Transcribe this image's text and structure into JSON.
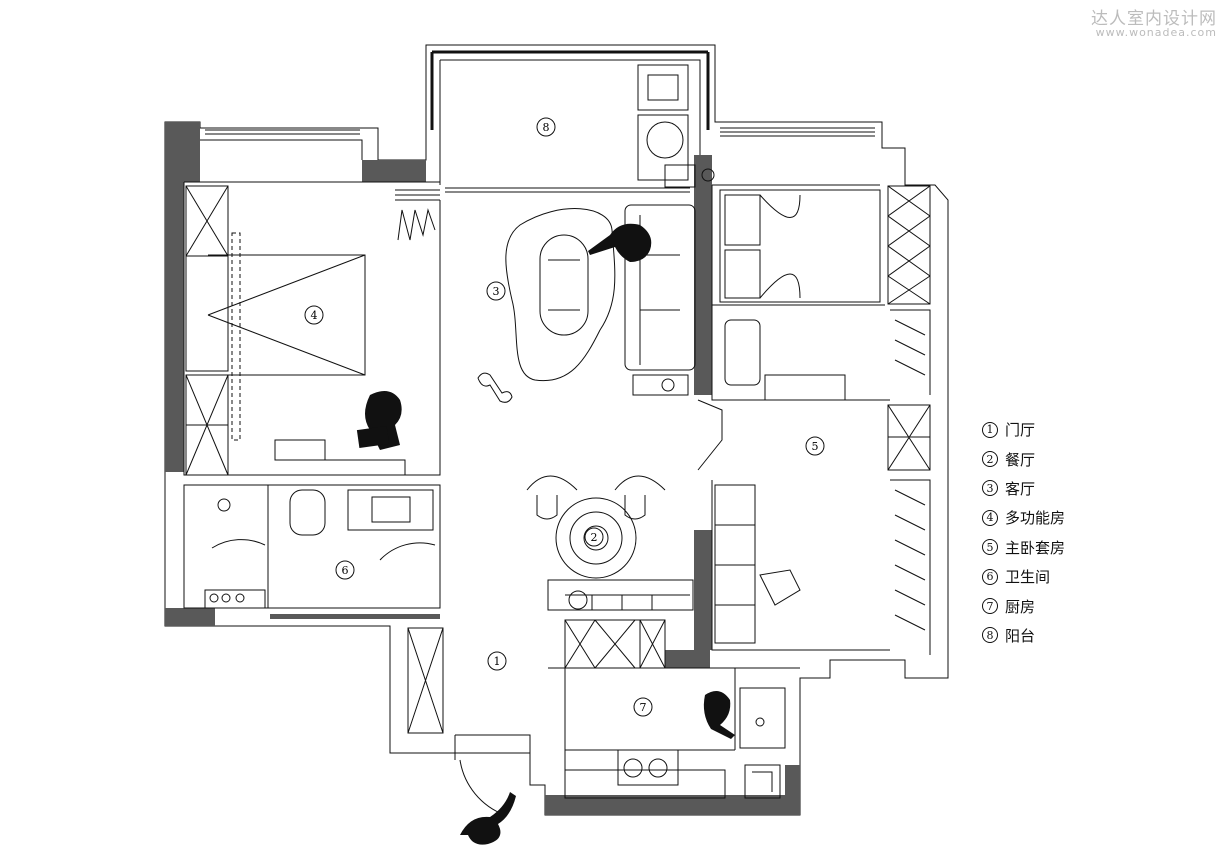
{
  "watermark": {
    "title": "达人室内设计网",
    "url": "www.wonadea.com"
  },
  "rooms": [
    {
      "num": "1",
      "name": "门厅"
    },
    {
      "num": "2",
      "name": "餐厅"
    },
    {
      "num": "3",
      "name": "客厅"
    },
    {
      "num": "4",
      "name": "多功能房"
    },
    {
      "num": "5",
      "name": "主卧套房"
    },
    {
      "num": "6",
      "name": "卫生间"
    },
    {
      "num": "7",
      "name": "厨房"
    },
    {
      "num": "8",
      "name": "阳台"
    }
  ],
  "colors": {
    "wall": "#595959",
    "line": "#111111"
  }
}
